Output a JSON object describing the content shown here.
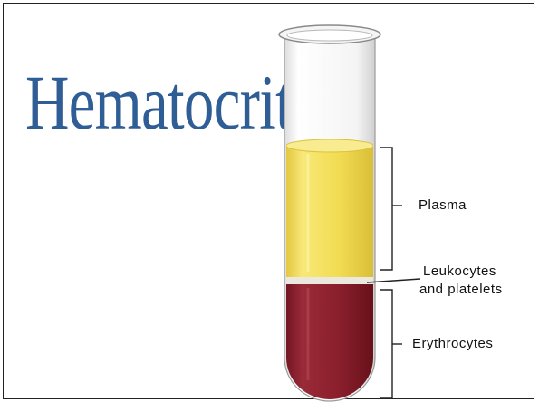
{
  "title": "Hematocrit",
  "labels": {
    "plasma": "Plasma",
    "leukocytes_line1": "Leukocytes",
    "leukocytes_line2": "and platelets",
    "erythrocytes": "Erythrocytes"
  },
  "colors": {
    "title": "#2f5d95",
    "plasma": "#f2dc52",
    "buffy_coat": "#e9e6dc",
    "erythrocytes": "#8a1f2c"
  }
}
